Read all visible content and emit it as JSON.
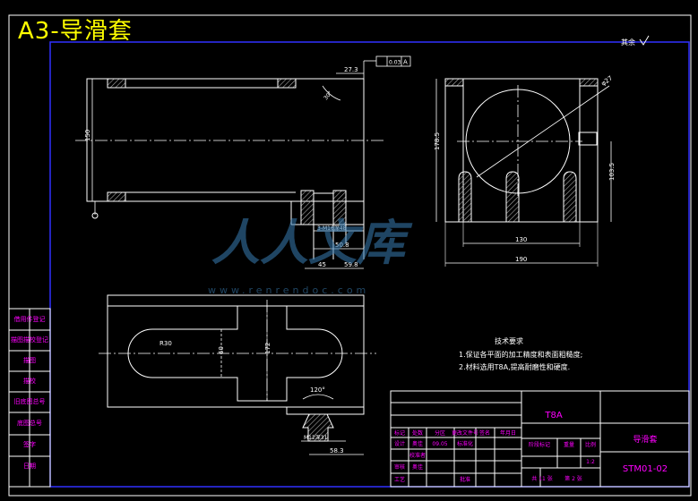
{
  "title": "A3-导滑套",
  "top_right_note": "其余",
  "datum_box": {
    "flatness": "0.03",
    "datum": "A"
  },
  "dims": {
    "d27_3": "27.3",
    "d150": "150",
    "d3m16": "3-M16深48",
    "d50_8": "50.8",
    "d45": "45",
    "d59_8": "59.8",
    "d178_5": "178.5",
    "d103_5": "103.5",
    "d130": "130",
    "d190": "190",
    "dphi27": "φ27",
    "dR30": "R30",
    "d60": "60",
    "d172": "172",
    "d120deg": "120°",
    "dM12": "M12深31",
    "d58_3": "58.3"
  },
  "tech_req": {
    "heading": "技术要求",
    "line1": "1.保证各平面的加工精度和表面粗糙度;",
    "line2": "2.材料选用T8A,提高耐磨性和硬度."
  },
  "left_strip": [
    "借用件登记",
    "描图描校登记",
    "描图",
    "描校",
    "旧底图总号",
    "底图总号",
    "签字",
    "日期"
  ],
  "title_block": {
    "material": "T8A",
    "part_name": "导滑套",
    "drawing_no": "STM01-02",
    "header_cols": [
      "标记",
      "处数",
      "分区",
      "更改文件号",
      "签名",
      "年月日"
    ],
    "design_label": "设计",
    "design_name": "奥佳",
    "design_date": "09.05",
    "std_label": "标准化",
    "check_label": "审核",
    "check_name": "奥佳",
    "process_label": "工艺",
    "approve_label": "批准",
    "approve_name": "校准者",
    "stage_label": "阶段标记",
    "weight_label": "重量",
    "scale_label": "比例",
    "scale_value": "1:2",
    "total_sheets": "共 11 张",
    "sheet_no": "第 2 张"
  },
  "watermark": {
    "text": "人人文库",
    "url": "www.renrendoc.com"
  },
  "colors": {
    "outline": "#ffffff",
    "dimension": "#ffffff",
    "border": "#0000ff",
    "title_text": "#ffff00",
    "label_text": "#ff00ff",
    "hatch": "#a0a0a0",
    "watermark": "#3a7fb5"
  }
}
